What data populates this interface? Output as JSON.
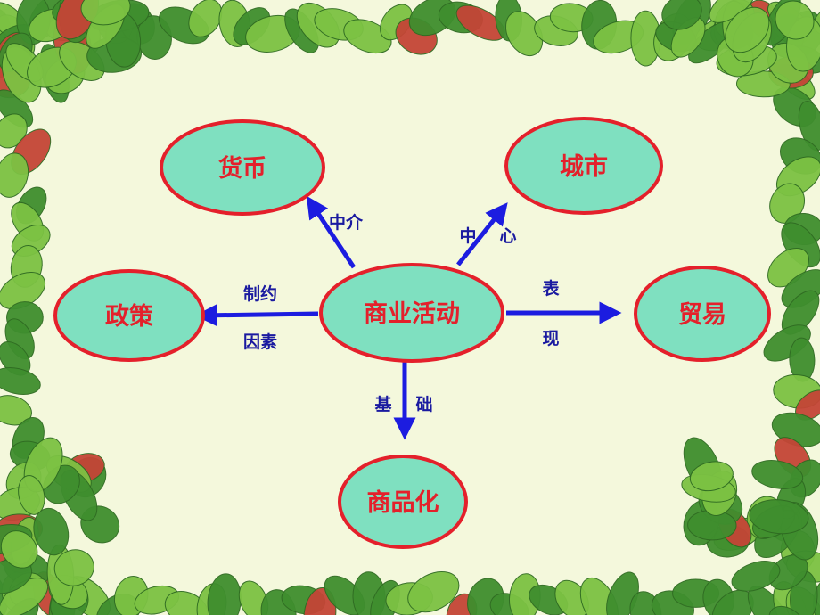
{
  "colors": {
    "background": "#f4f8dc",
    "node_fill": "#7fe0c0",
    "node_stroke": "#e4202b",
    "node_text": "#e4202b",
    "arrow": "#1c1ce0",
    "edge_text": "#1a1aa0",
    "leaf_dark": "#3f8e2e",
    "leaf_light": "#7cc243",
    "leaf_red": "#c44536"
  },
  "diagram": {
    "center": {
      "label": "商业活动"
    },
    "nodes": {
      "currency": {
        "label": "货币"
      },
      "city": {
        "label": "城市"
      },
      "policy": {
        "label": "政策"
      },
      "trade": {
        "label": "贸易"
      },
      "commodity": {
        "label": "商品化"
      }
    },
    "edges": {
      "to_currency": {
        "label": "中介"
      },
      "to_city": {
        "label_1": "中",
        "label_2": "心"
      },
      "to_policy": {
        "label_1": "制约",
        "label_2": "因素"
      },
      "to_trade": {
        "label_1": "表",
        "label_2": "现"
      },
      "to_commodity": {
        "label_1": "基",
        "label_2": "础"
      }
    }
  }
}
